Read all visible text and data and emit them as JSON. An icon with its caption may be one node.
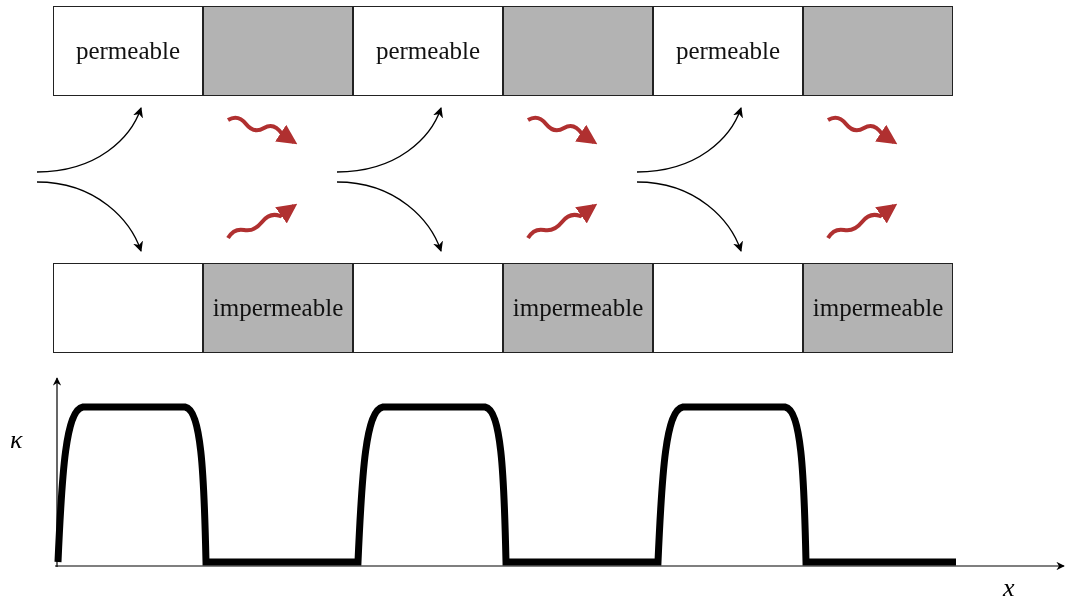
{
  "diagram": {
    "nodes": [
      {
        "text": [
          "permeable"
        ]
      },
      {
        "text": [],
        "shape": "box"
      },
      {
        "text": [
          "permeable"
        ]
      },
      {
        "text": [],
        "shape": "box"
      },
      {
        "text": [
          "permeable"
        ]
      },
      {
        "text": [],
        "shape": "box"
      },
      {
        "text": [],
        "shape": "box"
      },
      {
        "text": [
          "impermeable"
        ]
      },
      {
        "text": [],
        "shape": "box"
      },
      {
        "text": [
          "impermeable"
        ]
      },
      {
        "text": [],
        "shape": "box"
      },
      {
        "text": [
          "impermeable"
        ]
      }
    ],
    "edges": [
      {
        "from": null,
        "to": 0,
        "arrow": "to"
      },
      {
        "from": null,
        "to": 6,
        "arrow": "to"
      },
      {
        "from": null,
        "to": 2,
        "arrow": "to"
      },
      {
        "from": null,
        "to": 8,
        "arrow": "to"
      },
      {
        "from": null,
        "to": 4,
        "arrow": "to"
      },
      {
        "from": null,
        "to": 10,
        "arrow": "to"
      }
    ],
    "labels": [
      "κ",
      "x"
    ]
  }
}
